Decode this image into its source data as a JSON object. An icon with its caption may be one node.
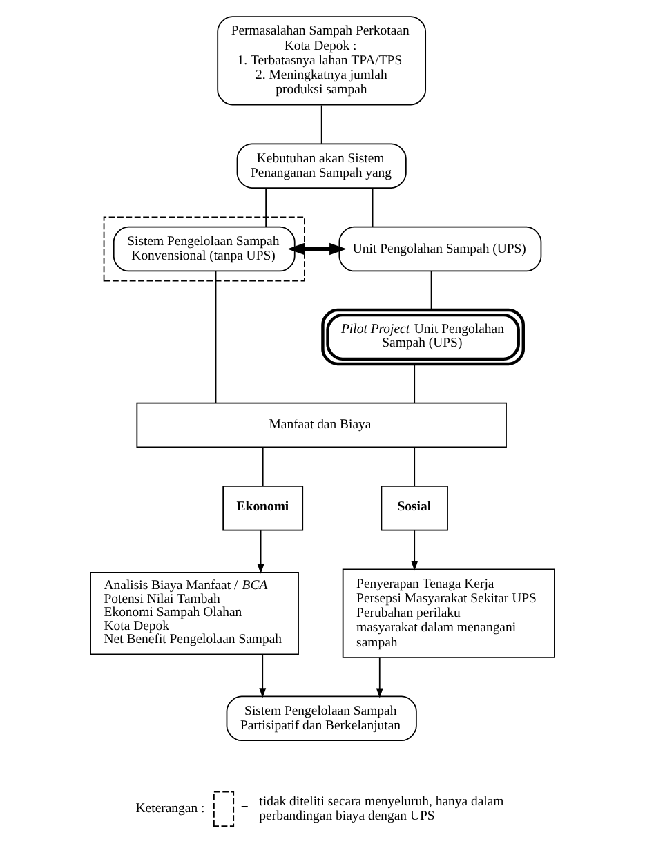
{
  "diagram": {
    "nodes": [
      {
        "text": [
          "Permasalahan Sampah Perkotaan Kota Depok :",
          "1. Terbatasnya lahan TPA/TPS",
          "2. Meningkatnya jumlah produksi sampah"
        ]
      },
      {
        "text": [
          "Kebutuhan akan Sistem Penanganan Sampah yang"
        ]
      },
      {
        "text": [],
        "shape": "box"
      },
      {
        "text": [
          "Sistem Pengelolaan Sampah Konvensional (tanpa UPS)"
        ],
        "in": 2
      },
      {
        "text": [
          "Unit Pengolahan Sampah (UPS)"
        ]
      },
      {
        "text": [
          "*Pilot Project* Unit Pengolahan Sampah (UPS)"
        ]
      },
      {
        "text": [
          "Manfaat dan Biaya"
        ]
      },
      {
        "text": [
          "Ekonomi"
        ]
      },
      {
        "text": [
          "Sosial"
        ]
      },
      {
        "text": [
          "Analisis Biaya Manfaat /*BCA*",
          "Potensi Nilai Tambah Ekonomi Sampah Olahan Kota Depok",
          "Net Benefit Pengelolaan Sampah"
        ]
      },
      {
        "text": [
          "Penyerapan Tenaga Kerja",
          "Persepsi Masyarakat Sekitar UPS",
          "Perubahan perilaku masyarakat dalam menangani sampah"
        ]
      },
      {
        "text": [
          "Sistem Pengelolaan Sampah Partisipatif dan Berkelanjutan"
        ]
      }
    ],
    "edges": [
      {
        "from": 0,
        "to": 1,
        "arrow": "none"
      },
      {
        "from": 1,
        "to": 3,
        "arrow": "none"
      },
      {
        "from": 1,
        "to": 4,
        "arrow": "none"
      },
      {
        "from": 3,
        "to": 4,
        "arrow": "both",
        "style": "thick"
      },
      {
        "from": 4,
        "to": 5,
        "arrow": "none"
      },
      {
        "from": 3,
        "to": 6,
        "arrow": "none"
      },
      {
        "from": 5,
        "to": 6,
        "arrow": "none"
      },
      {
        "from": 6,
        "to": 7,
        "arrow": "none"
      },
      {
        "from": 6,
        "to": 8,
        "arrow": "none"
      },
      {
        "from": 7,
        "to": 9,
        "arrow": "to"
      },
      {
        "from": 8,
        "to": 10,
        "arrow": "to"
      },
      {
        "from": 9,
        "to": 11,
        "arrow": "to"
      },
      {
        "from": 10,
        "to": 11,
        "arrow": "to"
      }
    ],
    "labels": [
      "Keterangan :",
      "="
    ],
    "legend": [
      {
        "text": "tidak diteliti secara menyeluruh, hanya dalam perbandingan biaya dengan UPS"
      }
    ]
  }
}
